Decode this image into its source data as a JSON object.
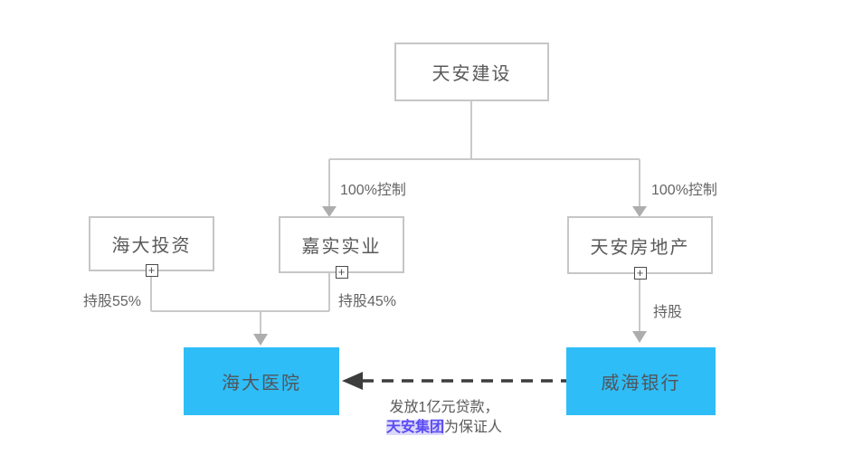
{
  "diagram": {
    "title_hint": "equity-structure-diagram",
    "colors": {
      "background": "#ffffff",
      "node_border": "#c6c6c6",
      "node_text": "#595959",
      "connector_line": "#c9c9c9",
      "connector_arrow": "#adadad",
      "highlight_node_fill": "#2ebdf7",
      "highlight_node_text": "#51555a",
      "dashed_arrow": "#3d3d3d",
      "edge_label_text": "#646464",
      "guarantor_text": "#5a4bf2",
      "guarantor_background": "#dcd8fb"
    },
    "nodes": {
      "tianan_jianshe": {
        "label": "天安建设"
      },
      "haida_touzi": {
        "label": "海大投资"
      },
      "jiashi_shiye": {
        "label": "嘉实实业"
      },
      "tianan_fangdichan": {
        "label": "天安房地产"
      },
      "haida_yiyuan": {
        "label": "海大医院"
      },
      "weihai_yinhang": {
        "label": "威海银行"
      }
    },
    "edge_labels": {
      "control_left": "100%控制",
      "control_right": "100%控制",
      "shareholding_55": "持股55%",
      "shareholding_45": "持股45%",
      "shareholding": "持股",
      "loan_line1": "发放1亿元贷款，",
      "loan_guarantor": "天安集团",
      "loan_line2_rest": "为保证人"
    },
    "icons": {
      "expand_plus": "+"
    }
  }
}
